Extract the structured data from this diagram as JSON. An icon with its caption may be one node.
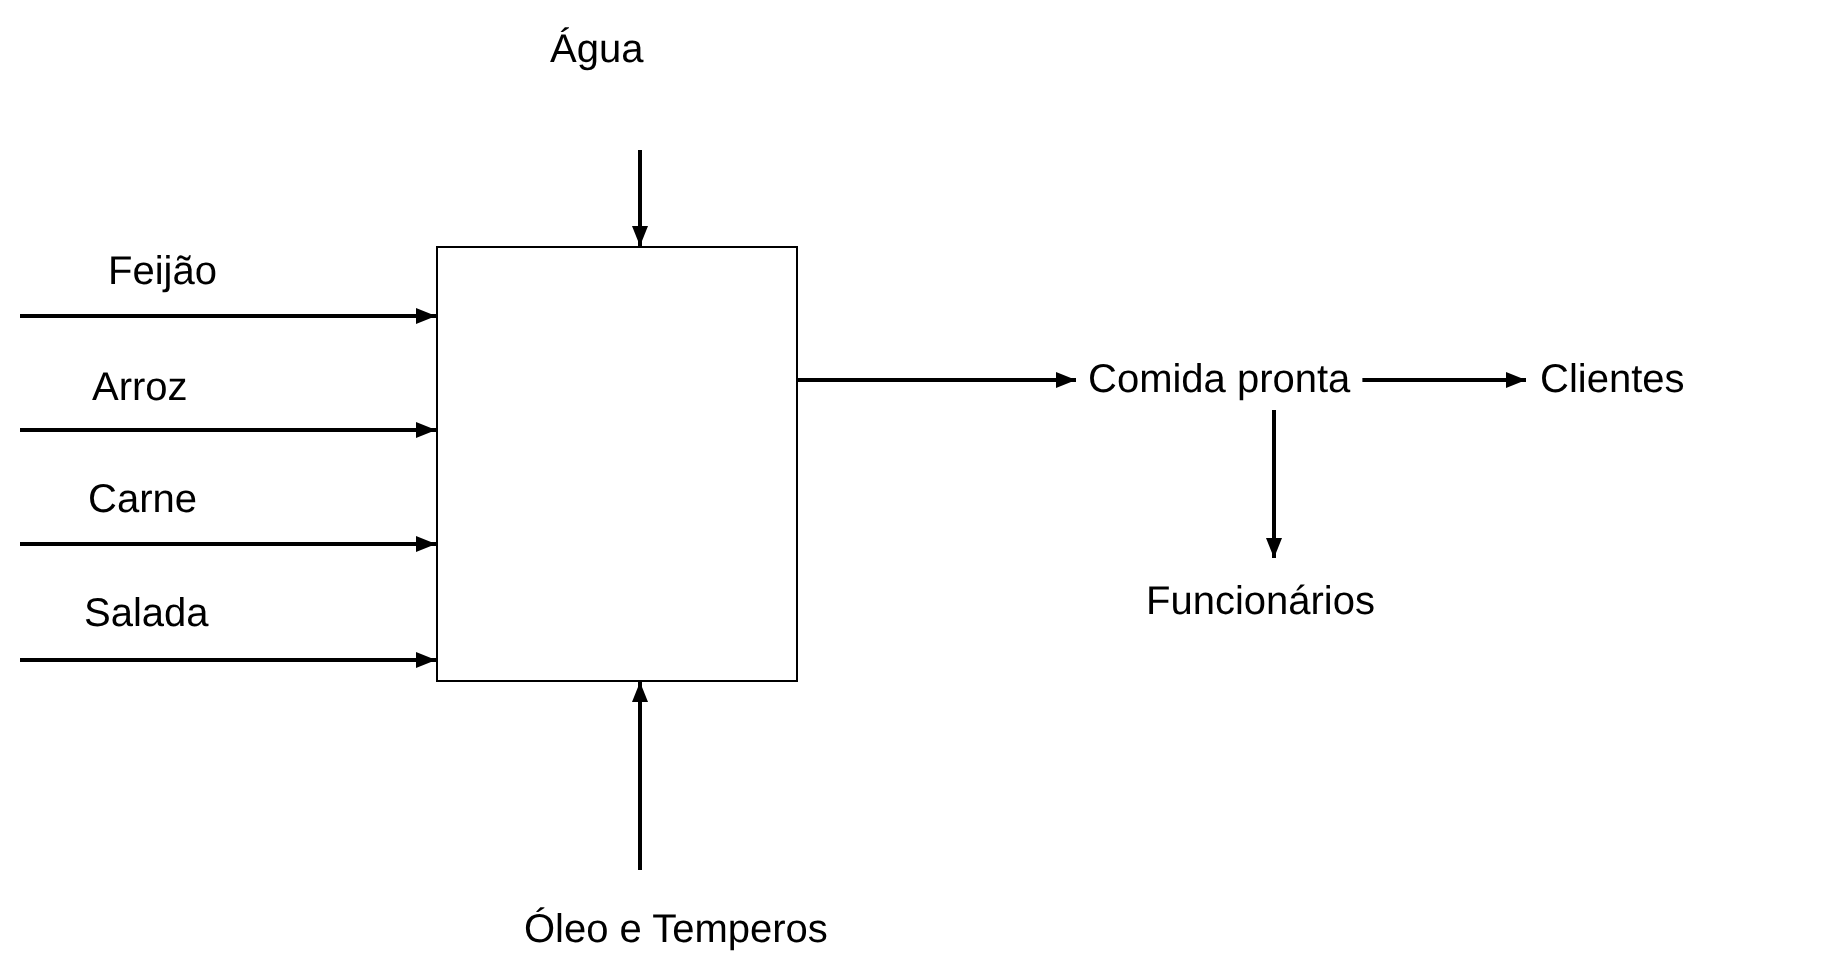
{
  "diagram": {
    "nodes": [
      {
        "text": [],
        "shape": "box"
      },
      {
        "text": [
          "Água"
        ]
      },
      {
        "text": [
          "Óleo e Temperos"
        ]
      },
      {
        "text": [
          "Comida pronta"
        ]
      },
      {
        "text": [
          "Clientes"
        ]
      },
      {
        "text": [
          "Funcionários"
        ]
      }
    ],
    "edges": [
      {
        "from": null,
        "to": 0,
        "arrow": "to",
        "label": "Feijão"
      },
      {
        "from": null,
        "to": 0,
        "arrow": "to",
        "label": "Arroz"
      },
      {
        "from": null,
        "to": 0,
        "arrow": "to",
        "label": "Carne"
      },
      {
        "from": null,
        "to": 0,
        "arrow": "to",
        "label": "Salada"
      },
      {
        "from": 1,
        "to": 0,
        "arrow": "to"
      },
      {
        "from": 2,
        "to": 0,
        "arrow": "to"
      },
      {
        "from": 0,
        "to": 3,
        "arrow": "to"
      },
      {
        "from": 3,
        "to": 4,
        "arrow": "to"
      },
      {
        "from": 3,
        "to": 5,
        "arrow": "to"
      }
    ]
  }
}
